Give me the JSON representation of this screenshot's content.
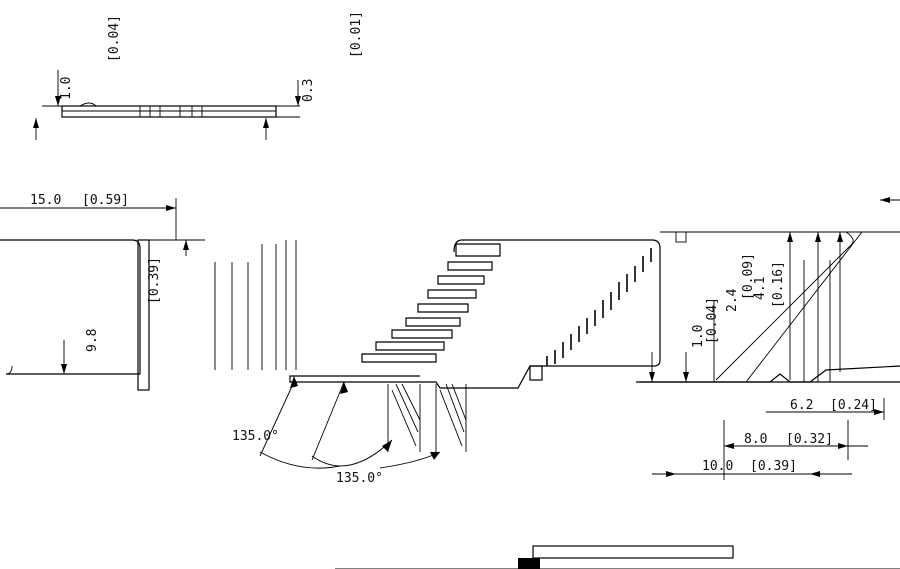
{
  "dimensions": {
    "top_a_mm": "1.0",
    "top_a_in": "[0.04]",
    "top_b_mm": "0.3",
    "top_b_in": "[0.01]",
    "width_mm": "15.0",
    "width_in": "[0.59]",
    "height_mm": "9.8",
    "height_in": "[0.39]",
    "angle_left": "135.0°",
    "angle_right": "135.0°",
    "right_h1_mm": "1.0",
    "right_h1_in": "[0.04]",
    "right_h2_mm": "2.4",
    "right_h2_in": "[0.09]",
    "right_h3_mm": "4.1",
    "right_h3_in": "[0.16]",
    "right_w1_mm": "6.2",
    "right_w1_in": "[0.24]",
    "right_w2_mm": "8.0",
    "right_w2_in": "[0.32]",
    "right_w3_mm": "10.0",
    "right_w3_in": "[0.39]"
  }
}
